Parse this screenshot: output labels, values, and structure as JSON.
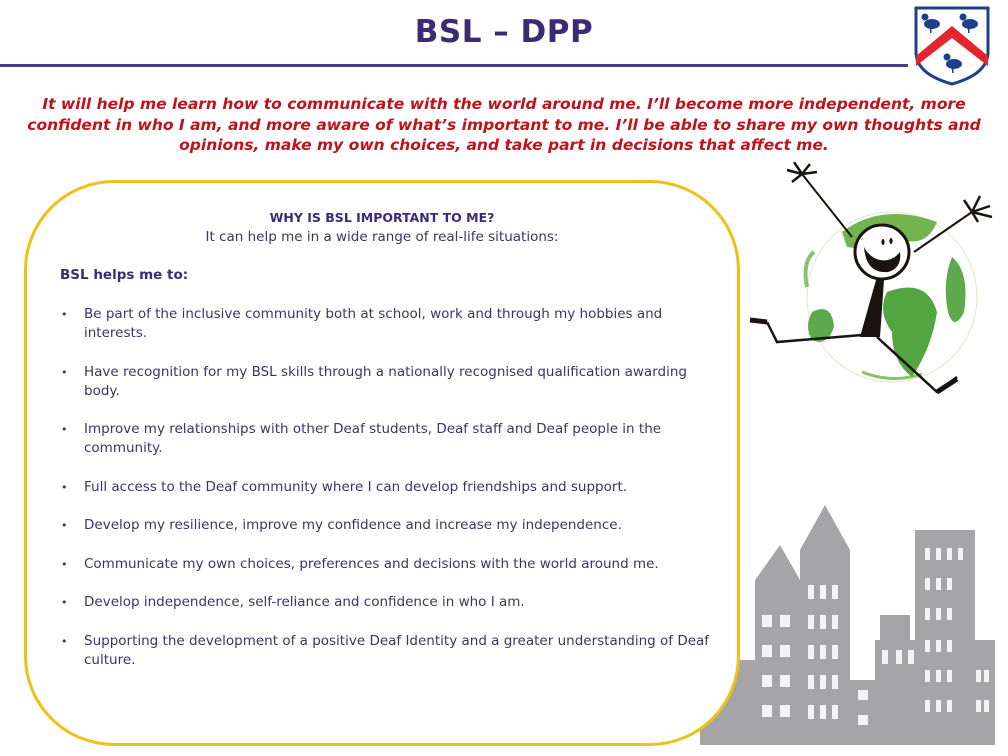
{
  "header": {
    "title": "BSL – DPP",
    "crest_icon": "school-crest-icon"
  },
  "tagline": "It will help me learn how to communicate with the world around me. I’ll become more independent, more confident in who I am, and more aware of what’s important to me. I’ll be able to share my own thoughts and opinions, make my own choices, and take part in decisions that affect me.",
  "card": {
    "heading": "WHY IS BSL IMPORTANT TO ME?",
    "subheading": "It can help me in a wide range of real-life situations:",
    "lead": "BSL helps me to:",
    "bullet_symbol": "•",
    "items": [
      "Be part of the inclusive community both at school, work and through my hobbies and interests.",
      "Have recognition for my BSL skills through a nationally recognised qualification awarding body.",
      "Improve my relationships with other Deaf students, Deaf staff and Deaf people in the community.",
      "Full access to the Deaf community where I can develop friendships and support.",
      "Develop my resilience, improve my confidence and increase my independence.",
      "Communicate my own choices, preferences and decisions with the world around me.",
      "Develop independence, self-reliance and confidence in who I am.",
      "Supporting the development of a positive Deaf Identity and a greater understanding of Deaf culture."
    ]
  },
  "illustrations": {
    "jumper": "stick-figure-globe-illustration",
    "city": "city-skyline-illustration"
  },
  "colors": {
    "title": "#3b2a74",
    "rule": "#4b3d8a",
    "tagline": "#c0121b",
    "card_border": "#f2be17",
    "body_text": "#3b3564",
    "globe_green": "#4f9e2a",
    "skyline_gray": "#a5a5a7",
    "crest_blue": "#1e3f8a",
    "crest_red": "#e2262e"
  }
}
